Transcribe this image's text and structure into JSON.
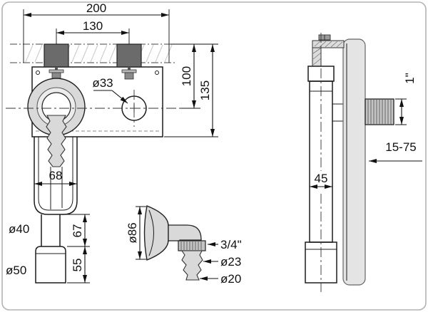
{
  "colors": {
    "line": "#1c1c1c",
    "dim": "#111111",
    "frame": "#b3b3b3",
    "fill_light": "#d9d9d9",
    "fill_lighter": "#ececec",
    "fill_medium": "#c4c4c4",
    "fill_dark": "#6b6b6b",
    "panel": "#e4e4e4"
  },
  "front_view": {
    "overall_width": "200",
    "fixing_spacing": "130",
    "height_to_outlet": "100",
    "overall_height": "135",
    "outlet_diameter": "ø33",
    "trap_width": "68",
    "outlet_pipe_diameter": "ø40",
    "outlet_pipe_length": "67",
    "socket_diameter": "ø50",
    "socket_length": "55"
  },
  "detail_view": {
    "rosette_diameter": "ø86",
    "hose_thread": "3/4\"",
    "hose_barb_major": "ø23",
    "hose_barb_minor": "ø20"
  },
  "side_view": {
    "outlet_thread": "1\"",
    "installation_depth_range": "15-75",
    "body_depth": "45"
  }
}
